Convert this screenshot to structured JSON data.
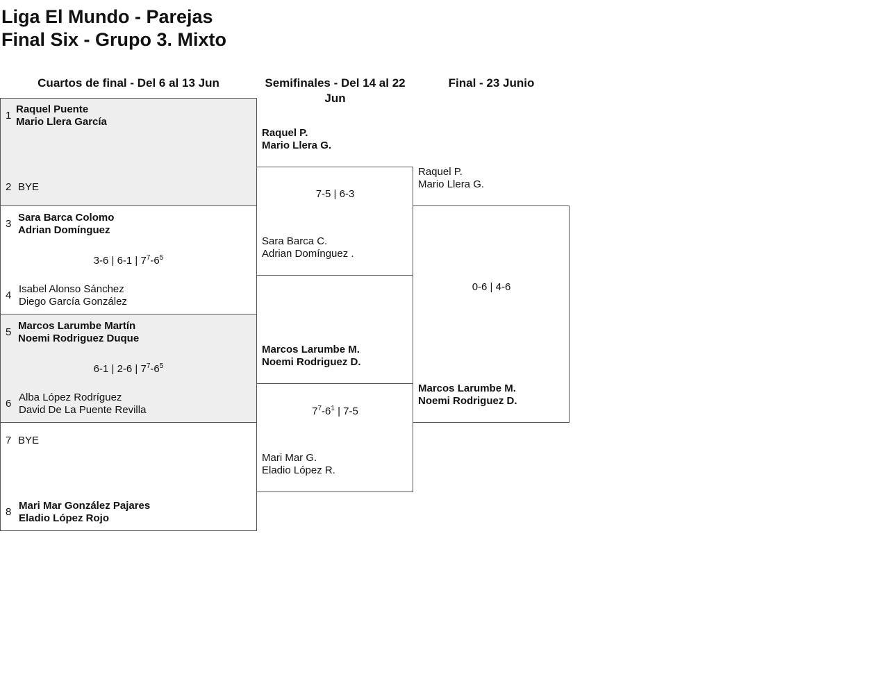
{
  "title_line1": "Liga El Mundo - Parejas",
  "title_line2": "Final Six - Grupo 3. Mixto",
  "columns": {
    "quarters": "Cuartos de final - Del 6 al 13 Jun",
    "semis": "Semifinales - Del 14 al 22 Jun",
    "final": "Final - 23 Junio"
  },
  "quarters": [
    {
      "seed": "1",
      "p1": "Raquel Puente",
      "p2": "Mario Llera García"
    },
    {
      "seed": "2",
      "bye": "BYE"
    },
    {
      "seed": "3",
      "p1": "Sara Barca Colomo",
      "p2": "Adrian Domínguez"
    },
    {
      "seed": "4",
      "p1": "Isabel Alonso Sánchez",
      "p2": "Diego García González"
    },
    {
      "seed": "5",
      "p1": "Marcos Larumbe Martín",
      "p2": "Noemi Rodriguez Duque"
    },
    {
      "seed": "6",
      "p1": "Alba López Rodríguez",
      "p2": "David De La Puente Revilla"
    },
    {
      "seed": "7",
      "bye": "BYE"
    },
    {
      "seed": "8",
      "p1": "Mari Mar González Pajares",
      "p2": "Eladio López Rojo"
    }
  ],
  "quarter_scores": {
    "m2": {
      "a": "3-6 | 6-1 | 7",
      "sup1": "7",
      "b": "-6",
      "sup2": "5"
    },
    "m3": {
      "a": "6-1 | 2-6 | 7",
      "sup1": "7",
      "b": "-6",
      "sup2": "5"
    }
  },
  "semis": [
    {
      "p1": "Raquel P.",
      "p2": "Mario Llera G."
    },
    {
      "p1": "Sara Barca C.",
      "p2": "Adrian Domínguez ."
    },
    {
      "p1": "Marcos Larumbe M.",
      "p2": "Noemi Rodriguez D."
    },
    {
      "p1": "Mari Mar G.",
      "p2": "Eladio López R."
    }
  ],
  "semi_scores": {
    "s1": "7-5 | 6-3",
    "s2": {
      "a": "7",
      "sup1": "7",
      "b": "-6",
      "sup2": "1",
      "c": " | 7-5"
    }
  },
  "final": [
    {
      "p1": "Raquel P.",
      "p2": "Mario Llera G."
    },
    {
      "p1": "Marcos Larumbe M.",
      "p2": "Noemi Rodriguez D."
    }
  ],
  "final_score": "0-6 | 4-6"
}
